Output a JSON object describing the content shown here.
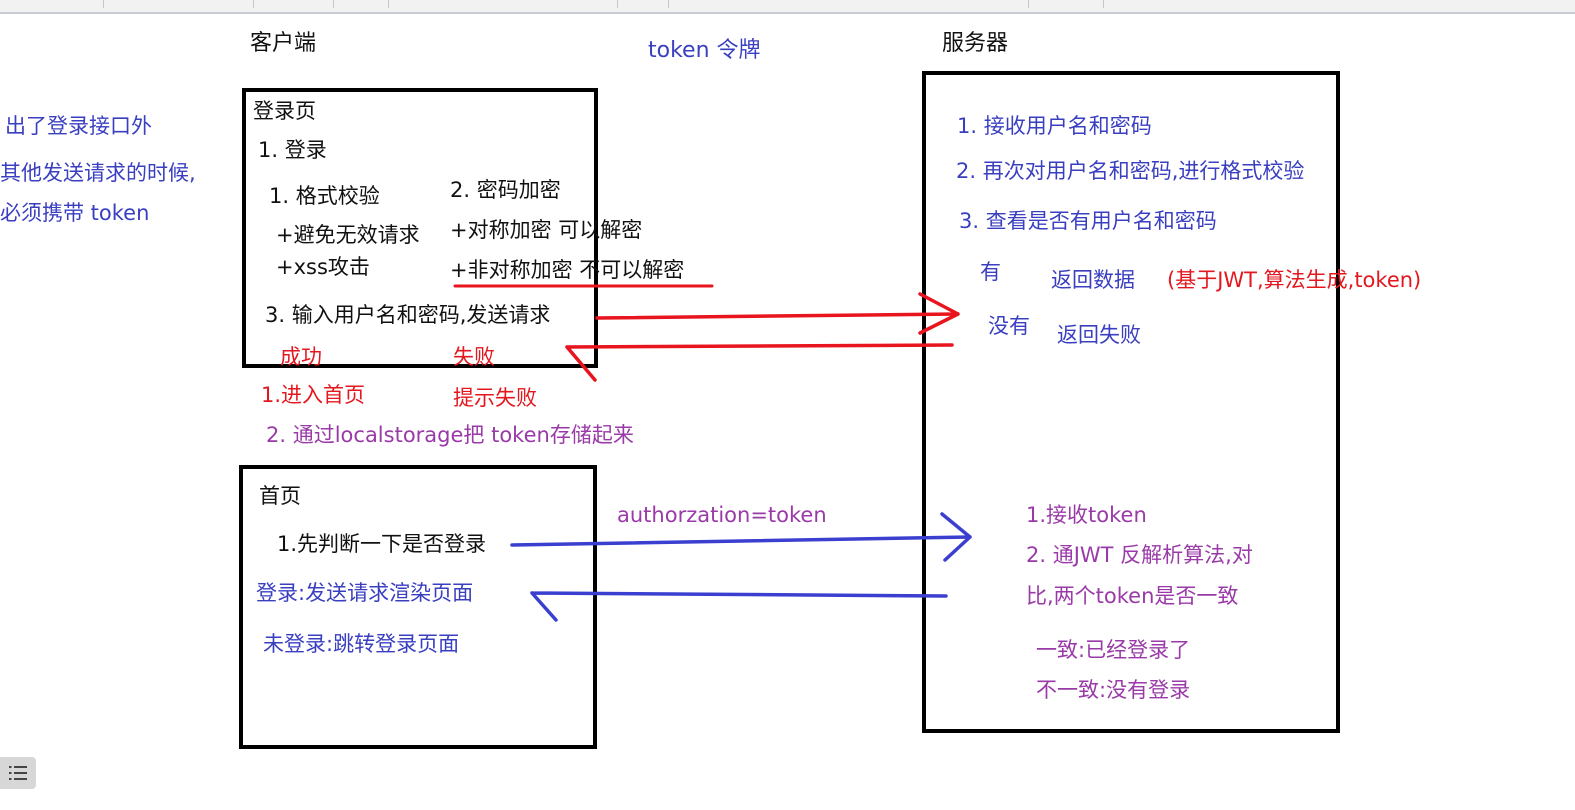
{
  "labels": {
    "client": "客户端",
    "token_title": "token 令牌",
    "server": "服务器"
  },
  "left_note": {
    "line1": "出了登录接口外",
    "line2": "其他发送请求的时候,",
    "line3": "必须携带 token"
  },
  "login_box": {
    "title": "登录页",
    "step1": "1. 登录",
    "format_check": "1. 格式校验",
    "avoid_invalid": "+避免无效请求",
    "xss": "+xss攻击",
    "encrypt": "2. 密码加密",
    "symmetric": "+对称加密 可以解密",
    "asymmetric": "+非对称加密 不可以解密",
    "step3": "3. 输入用户名和密码,发送请求",
    "success": "成功",
    "fail": "失败"
  },
  "after_login": {
    "enter_home": "1.进入首页",
    "show_fail": "提示失败",
    "store_token": "2. 通过localstorage把 token存储起来"
  },
  "home_box": {
    "title": "首页",
    "check_login": "1.先判断一下是否登录",
    "logged_in": "登录:发送请求渲染页面",
    "not_logged_in": "未登录:跳转登录页面"
  },
  "auth_header": "authorzation=token",
  "server_box": {
    "s1": "1. 接收用户名和密码",
    "s2": "2. 再次对用户名和密码,进行格式校验",
    "s3": "3. 查看是否有用户名和密码",
    "has": "有",
    "return_data": "返回数据",
    "jwt_note": "(基于JWT,算法生成,token)",
    "none": "没有",
    "return_fail": "返回失败",
    "receive_token": "1.接收token",
    "jwt_parse_1": "2. 通JWT 反解析算法,对",
    "jwt_parse_2": "比,两个token是否一致",
    "consistent": "一致:已经登录了",
    "inconsistent": "不一致:没有登录"
  },
  "colors": {
    "blue": "#3a3fc0",
    "red": "#e3181f",
    "purple": "#9a3aa8",
    "ink_blue": "#3a3fd0",
    "ink_red": "#e8141e"
  },
  "icons": {
    "outline": "list-icon"
  }
}
